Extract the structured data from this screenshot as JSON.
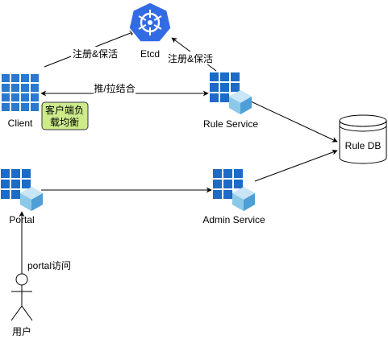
{
  "nodes": {
    "etcd": {
      "label": "Etcd"
    },
    "client": {
      "label": "Client"
    },
    "rule_service": {
      "label": "Rule Service"
    },
    "rule_db": {
      "label": "Rule DB"
    },
    "portal": {
      "label": "Portal"
    },
    "admin_service": {
      "label": "Admin Service"
    },
    "user": {
      "label": "用户"
    }
  },
  "note": {
    "line1": "客户端负",
    "line2": "载均衡"
  },
  "edges": {
    "client_etcd": "注册&保活",
    "rule_etcd": "注册&保活",
    "client_rule": "推/拉结合",
    "user_portal": "portal访问"
  },
  "colors": {
    "service_blue": "#1C6BC6",
    "service_light": "#5FA8DC",
    "cube": "#A7D5E8",
    "kube_blue": "#326CE5",
    "note_fill": "#CDEB8B",
    "note_border": "#36393D"
  },
  "icons": {
    "etcd": "kubernetes-icon",
    "service": "azure-service-grid-icon",
    "db": "database-cylinder-icon",
    "user": "stick-figure-icon"
  }
}
